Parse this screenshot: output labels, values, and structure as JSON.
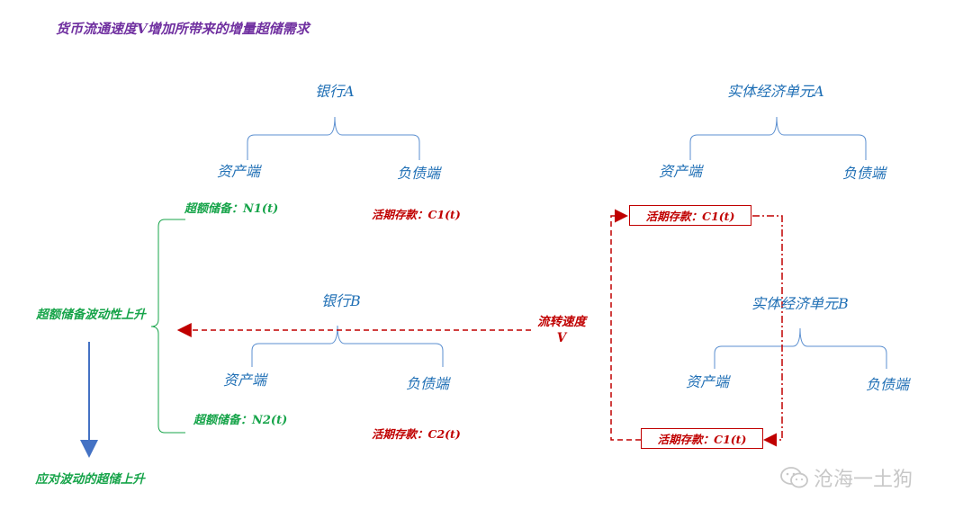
{
  "title": "货币流通速度V增加所带来的增量超储需求",
  "bankA": {
    "name": "银行A",
    "asset": "资产端",
    "liability": "负债端",
    "deposit": "活期存款：C1(t)",
    "reserve": "超额储备：N1(t)"
  },
  "bankB": {
    "name": "银行B",
    "asset": "资产端",
    "liability": "负债端",
    "deposit": "活期存款：C2(t)",
    "reserve": "超额储备：N2(t)"
  },
  "entityA": {
    "name": "实体经济单元A",
    "asset": "资产端",
    "liability": "负债端",
    "deposit": "活期存款：C1(t)"
  },
  "entityB": {
    "name": "实体经济单元B",
    "asset": "资产端",
    "liability": "负债端",
    "deposit": "活期存款：C1(t)"
  },
  "velocity_label": "流转速度V",
  "volatility_label": "超额储备波动性上升",
  "result_label": "应对波动的超储上升",
  "watermark": "沧海一土狗",
  "colors": {
    "title": "#7030a0",
    "blue": "#1f6fb5",
    "red": "#c00000",
    "green": "#17a44a"
  }
}
